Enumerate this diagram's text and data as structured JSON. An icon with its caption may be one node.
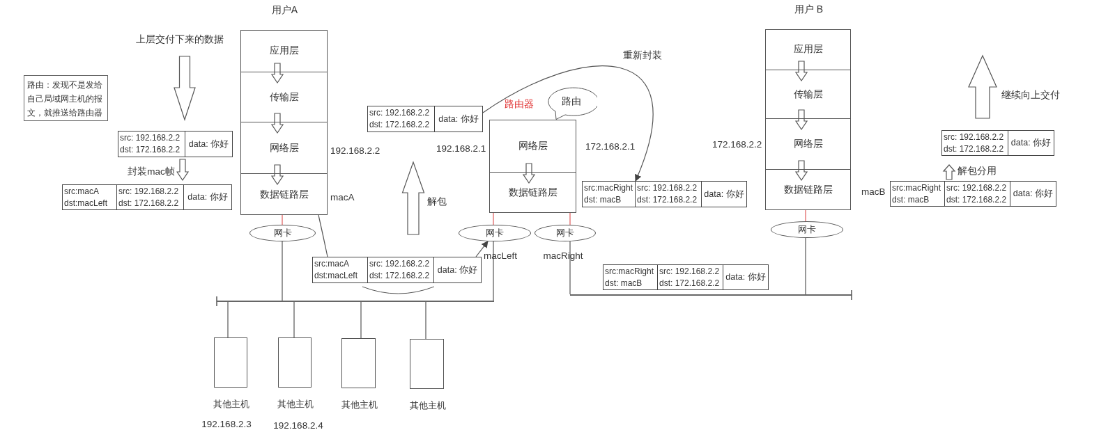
{
  "diagram": {
    "nodes": [
      {
        "text": [
          "路由：发现不是发给自己局域网主机的报文，就推送给路由器"
        ]
      },
      {
        "text": [
          "用户A"
        ]
      },
      {
        "text": [
          "应用层"
        ],
        "in": 1
      },
      {
        "text": [
          "传输层"
        ],
        "in": 1
      },
      {
        "text": [
          "网络层"
        ],
        "in": 1
      },
      {
        "text": [
          "数据链路层"
        ],
        "in": 1
      },
      {
        "text": [
          "网卡"
        ]
      },
      {
        "text": [
          "src: 192.168.2.2",
          "dst: 172.168.2.2",
          "data: 你好"
        ]
      },
      {
        "text": [
          "src:macA",
          "dst:macLeft",
          "src: 192.168.2.2",
          "dst: 172.168.2.2",
          "data: 你好"
        ]
      },
      {
        "text": [
          "src: 192.168.2.2",
          "dst: 172.168.2.2",
          "data: 你好"
        ]
      },
      {
        "text": [
          "路由"
        ]
      },
      {
        "text": [
          "路由器"
        ]
      },
      {
        "text": [
          "网络层"
        ],
        "in": 11
      },
      {
        "text": [
          "数据链路层"
        ],
        "in": 11
      },
      {
        "text": [
          "网卡"
        ]
      },
      {
        "text": [
          "网卡"
        ]
      },
      {
        "text": [
          "src:macA",
          "dst:macLeft",
          "src: 192.168.2.2",
          "dst: 172.168.2.2",
          "data: 你好"
        ]
      },
      {
        "text": [
          "用户 B"
        ]
      },
      {
        "text": [
          "应用层"
        ],
        "in": 17
      },
      {
        "text": [
          "传输层"
        ],
        "in": 17
      },
      {
        "text": [
          "网络层"
        ],
        "in": 17
      },
      {
        "text": [
          "数据链路层"
        ],
        "in": 17
      },
      {
        "text": [
          "网卡"
        ]
      },
      {
        "text": [
          "src:macRight",
          "dst: macB",
          "src: 192.168.2.2",
          "dst: 172.168.2.2",
          "data: 你好"
        ]
      },
      {
        "text": [
          "src:macRight",
          "dst: macB",
          "src: 192.168.2.2",
          "dst: 172.168.2.2",
          "data: 你好"
        ]
      },
      {
        "text": [
          "src:macRight",
          "dst: macB",
          "src: 192.168.2.2",
          "dst: 172.168.2.2",
          "data: 你好"
        ]
      },
      {
        "text": [
          "src: 192.168.2.2",
          "dst: 172.168.2.2",
          "data: 你好"
        ]
      },
      {
        "text": [],
        "shape": "bar"
      },
      {
        "text": [],
        "shape": "bar"
      },
      {
        "text": [
          "其他主机"
        ]
      },
      {
        "text": [
          "其他主机"
        ]
      },
      {
        "text": [
          "其他主机"
        ]
      },
      {
        "text": [
          "其他主机"
        ]
      }
    ],
    "edges": [
      {
        "from": 1,
        "to": 6,
        "arrow": "none",
        "color": "#e05a5a"
      },
      {
        "from": 11,
        "to": 14,
        "arrow": "none",
        "color": "#e05a5a"
      },
      {
        "from": 11,
        "to": 15,
        "arrow": "none",
        "color": "#e05a5a"
      },
      {
        "from": 17,
        "to": 22,
        "arrow": "none",
        "color": "#e05a5a"
      },
      {
        "from": 6,
        "to": 27,
        "arrow": "none"
      },
      {
        "from": 14,
        "to": 27,
        "arrow": "none"
      },
      {
        "from": 27,
        "to": 29,
        "arrow": "none"
      },
      {
        "from": 27,
        "to": 30,
        "arrow": "none"
      },
      {
        "from": 27,
        "to": 31,
        "arrow": "none"
      },
      {
        "from": 27,
        "to": 32,
        "arrow": "none"
      },
      {
        "from": 15,
        "to": 28,
        "arrow": "none"
      },
      {
        "from": 22,
        "to": 28,
        "arrow": "none"
      },
      {
        "from": 7,
        "to": 8,
        "arrow": "to",
        "label": "封装mac帧",
        "style": "thick"
      },
      {
        "from": 25,
        "to": 26,
        "arrow": "to",
        "label": "解包分用",
        "style": "thick"
      },
      {
        "from": 5,
        "to": 16,
        "arrow": "none"
      },
      {
        "from": 16,
        "to": 14,
        "arrow": "to"
      },
      {
        "from": 9,
        "to": 23,
        "arrow": "to",
        "label": "重新封装"
      },
      {
        "from": 2,
        "to": 3,
        "arrow": "to",
        "style": "thick"
      },
      {
        "from": 3,
        "to": 4,
        "arrow": "to",
        "style": "thick"
      },
      {
        "from": 4,
        "to": 5,
        "arrow": "to",
        "style": "thick"
      },
      {
        "from": 12,
        "to": 13,
        "arrow": "to",
        "style": "thick"
      },
      {
        "from": 18,
        "to": 19,
        "arrow": "to",
        "style": "thick"
      },
      {
        "from": 19,
        "to": 20,
        "arrow": "to",
        "style": "thick"
      },
      {
        "from": 20,
        "to": 21,
        "arrow": "to",
        "style": "thick"
      },
      {
        "from": null,
        "to": 7,
        "arrow": "to",
        "label": "上层交付下来的数据",
        "style": "thick"
      },
      {
        "from": 16,
        "to": 9,
        "arrow": "to",
        "label": "解包",
        "style": "thick"
      },
      {
        "from": 26,
        "to": null,
        "arrow": "to",
        "label": "继续向上交付",
        "style": "thick"
      }
    ],
    "labels": [
      "192.168.2.2",
      "macA",
      "192.168.2.1",
      "172.168.2.1",
      "172.168.2.2",
      "macB",
      "macLeft",
      "macRight",
      "192.168.2.3",
      "192.168.2.4"
    ]
  }
}
